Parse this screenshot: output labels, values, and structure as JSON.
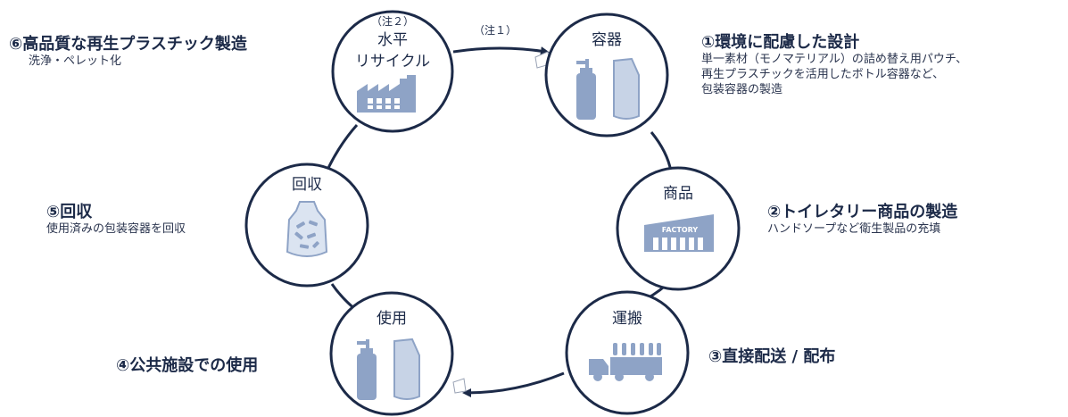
{
  "nodes": {
    "recycle": {
      "note": "（注２）",
      "line1": "水平",
      "line2": "リサイクル"
    },
    "container": {
      "title": "容器"
    },
    "product": {
      "title": "商品",
      "factory_sign": "FACTORY"
    },
    "transport": {
      "title": "運搬"
    },
    "use": {
      "title": "使用"
    },
    "collect": {
      "title": "回収"
    }
  },
  "arrow_note": "（注１）",
  "steps": {
    "s1": {
      "title": "①環境に配慮した設計",
      "desc": [
        "単一素材（モノマテリアル）の詰め替え用パウチ、",
        "再生プラスチックを活用したボトル容器など、",
        "包装容器の製造"
      ]
    },
    "s2": {
      "title": "②トイレタリー商品の製造",
      "desc": [
        "ハンドソープなど衛生製品の充填"
      ]
    },
    "s3": {
      "title": "③直接配送 / 配布"
    },
    "s4": {
      "title": "④公共施設での使用"
    },
    "s5": {
      "title": "⑤回収",
      "desc": [
        "使用済みの包装容器を回収"
      ]
    },
    "s6": {
      "title": "⑥高品質な再生プラスチック製造",
      "desc": [
        "洗浄・ペレット化"
      ]
    }
  },
  "colors": {
    "navy": "#1c2a48",
    "icon_blue": "#8ea3c6",
    "icon_light": "#c7d3e6"
  }
}
